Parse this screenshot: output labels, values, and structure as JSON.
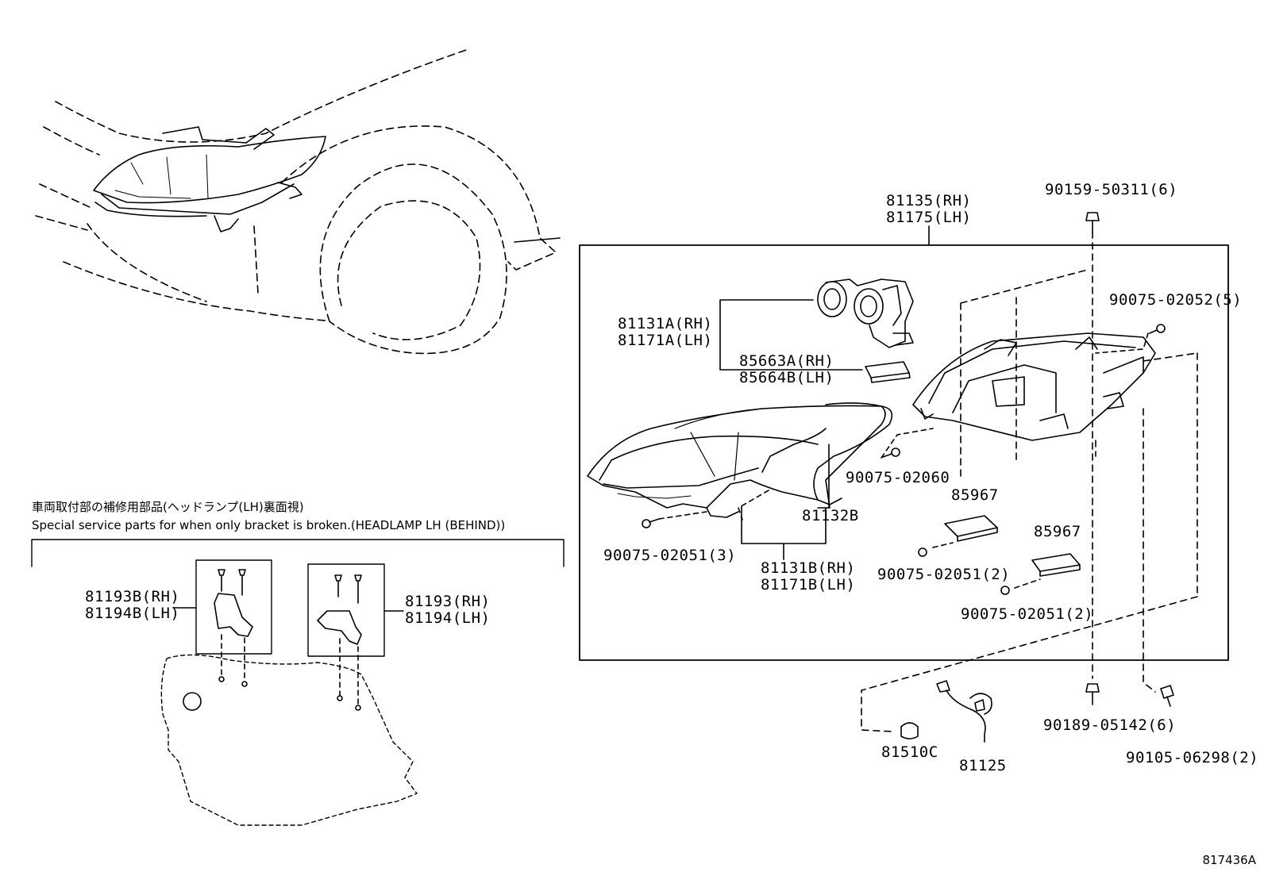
{
  "notes": {
    "jp": "車両取付部の補修用部品(ヘッドランプ(LH)裏面視)",
    "en": "Special service parts for when only bracket is broken.(HEADLAMP LH (BEHIND))"
  },
  "parts": {
    "p81135": "81135(RH)\n81175(LH)",
    "p90159": "90159-50311(6)",
    "p81131A": "81131A(RH)\n81171A(LH)",
    "p85663": "85663A(RH)\n85664B(LH)",
    "p90075_5": "90075-02052(5)",
    "p90075_060": "90075-02060",
    "p81132B": "81132B",
    "p90075_3": "90075-02051(3)",
    "p81131B": "81131B(RH)\n81171B(LH)",
    "p85967a": "85967",
    "p90075_2a": "90075-02051(2)",
    "p85967b": "85967",
    "p90075_2b": "90075-02051(2)",
    "p90189": "90189-05142(6)",
    "p90105": "90105-06298(2)",
    "p81510C": "81510C",
    "p81125": "81125",
    "p81193B": "81193B(RH)\n81194B(LH)",
    "p81193": "81193(RH)\n81194(LH)"
  },
  "figure_id": "817436A"
}
